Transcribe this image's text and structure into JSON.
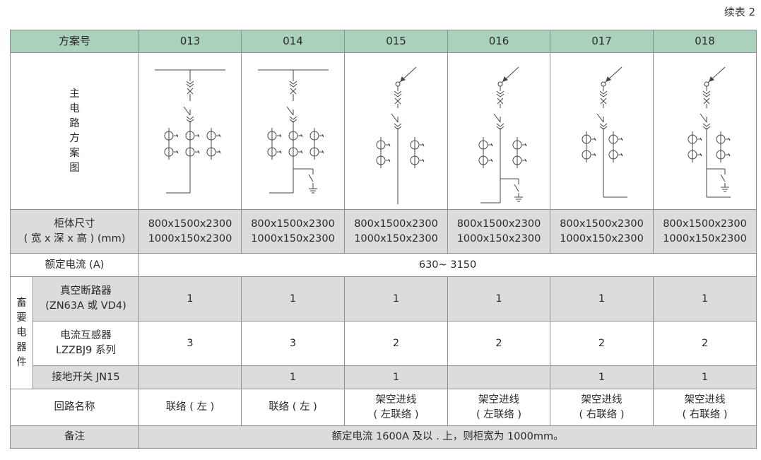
{
  "corner_label": "续表 2",
  "header": {
    "label": "方案号",
    "schemes": [
      "013",
      "014",
      "015",
      "016",
      "017",
      "018"
    ]
  },
  "diagram_row": {
    "label_chars": [
      "主",
      "电",
      "路",
      "方",
      "案",
      "图"
    ]
  },
  "cabinet_size": {
    "label_line1": "柜体尺寸",
    "label_line2": "( 宽 x 深 x 高 ) (mm)",
    "values": [
      [
        "800x1500x2300",
        "1000x150x2300"
      ],
      [
        "800x1500x2300",
        "1000x150x2300"
      ],
      [
        "800x1500x2300",
        "1000x150x2300"
      ],
      [
        "800x1500x2300",
        "1000x150x2300"
      ],
      [
        "800x1500x2300",
        "1000x150x2300"
      ],
      [
        "800x1500x2300",
        "1000x150x2300"
      ]
    ]
  },
  "rated_current": {
    "label": "额定电流 (A)",
    "value": "630~ 3150"
  },
  "components": {
    "group_chars": [
      "畜",
      "要",
      "电",
      "器",
      "件"
    ],
    "breaker": {
      "label_line1": "真空断路器",
      "label_line2": "(ZN63A 或 VD4)",
      "values": [
        "1",
        "1",
        "1",
        "1",
        "1",
        "1"
      ]
    },
    "ct": {
      "label_line1": "电流互感器",
      "label_line2": "LZZBJ9 系列",
      "values": [
        "3",
        "3",
        "2",
        "2",
        "2",
        "2"
      ]
    },
    "earth_switch": {
      "label": "接地开关 JN15",
      "values": [
        "",
        "1",
        "1",
        "",
        "1",
        "1"
      ]
    }
  },
  "circuit_name": {
    "label": "回路名称",
    "values": [
      [
        "联络 ( 左 )",
        ""
      ],
      [
        "联络 ( 左 )",
        ""
      ],
      [
        "架空进线",
        "( 左联络 )"
      ],
      [
        "架空进线",
        "( 左联络 )"
      ],
      [
        "架空进线",
        "( 右联络 )"
      ],
      [
        "架空进线",
        "( 右联络 )"
      ]
    ]
  },
  "remarks": {
    "label": "备注",
    "value": "额定电流 1600A 及以 . 上，则柜宽为 1000mm。"
  }
}
